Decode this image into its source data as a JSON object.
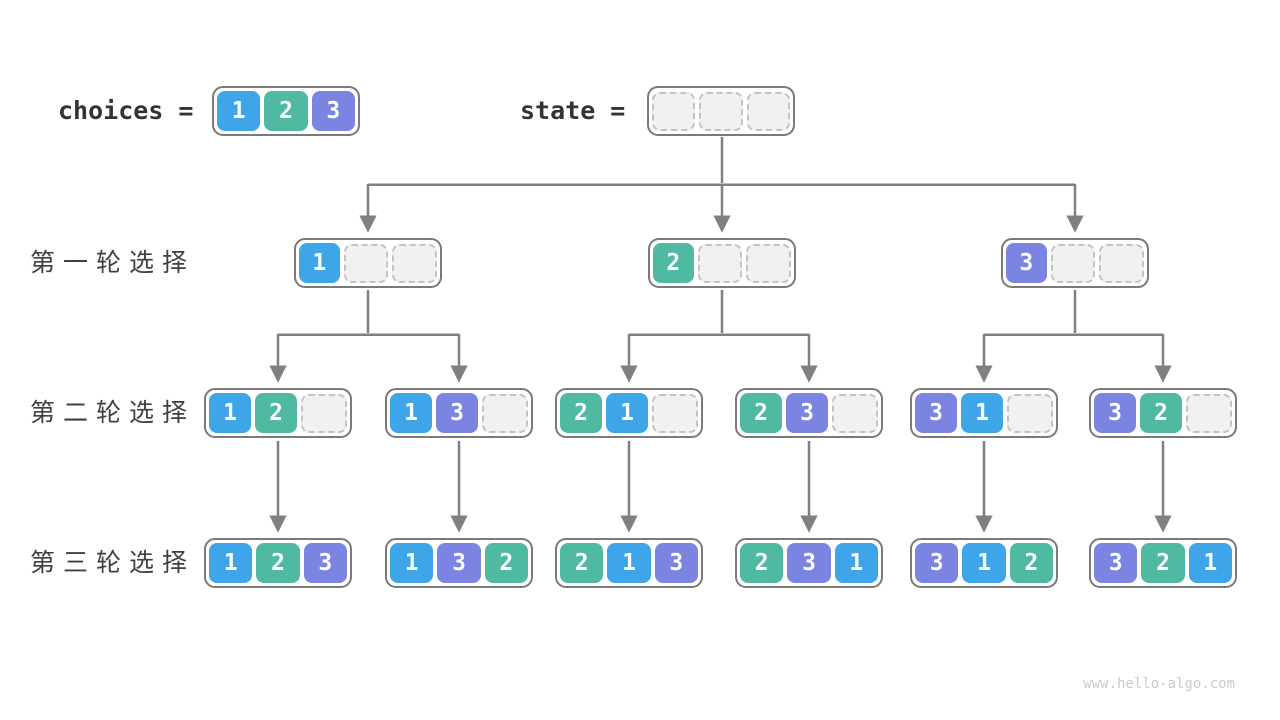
{
  "header": {
    "choices_label": "choices =",
    "choices_cells": [
      "1",
      "2",
      "3"
    ],
    "state_label": "state =",
    "state_cells": [
      "",
      "",
      ""
    ]
  },
  "rows": [
    {
      "label": "第一轮选择",
      "nodes": [
        [
          "1",
          "",
          ""
        ],
        [
          "2",
          "",
          ""
        ],
        [
          "3",
          "",
          ""
        ]
      ]
    },
    {
      "label": "第二轮选择",
      "nodes": [
        [
          "1",
          "2",
          ""
        ],
        [
          "1",
          "3",
          ""
        ],
        [
          "2",
          "1",
          ""
        ],
        [
          "2",
          "3",
          ""
        ],
        [
          "3",
          "1",
          ""
        ],
        [
          "3",
          "2",
          ""
        ]
      ]
    },
    {
      "label": "第三轮选择",
      "nodes": [
        [
          "1",
          "2",
          "3"
        ],
        [
          "1",
          "3",
          "2"
        ],
        [
          "2",
          "1",
          "3"
        ],
        [
          "2",
          "3",
          "1"
        ],
        [
          "3",
          "1",
          "2"
        ],
        [
          "3",
          "2",
          "1"
        ]
      ]
    }
  ],
  "watermark": "www.hello-algo.com",
  "palette": {
    "value_1_color": "#3EA5E8",
    "value_2_color": "#50B9A2",
    "value_3_color": "#7B84E0",
    "empty_cell_fill": "#F1F1F1",
    "empty_cell_border": "#C3C3C3",
    "node_border": "#7A7A7A",
    "arrow_color": "#808080",
    "label_text_color": "#404040"
  }
}
